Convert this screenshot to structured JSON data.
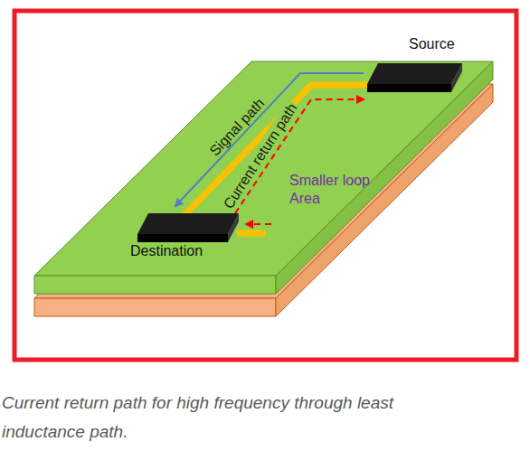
{
  "diagram": {
    "caption": "Current return path for high frequency through least inductance path.",
    "nodes": [
      {
        "text": [
          "Source"
        ]
      },
      {
        "text": [
          "Destination"
        ]
      }
    ],
    "edges": [
      {
        "from": 0,
        "to": 1,
        "arrow": "none"
      },
      {
        "from": 0,
        "to": 1,
        "arrow": "to",
        "label": "Signal path"
      },
      {
        "from": 1,
        "to": 0,
        "arrow": "to",
        "label": "Current return path"
      }
    ],
    "labels": [
      "Smaller loop Area"
    ]
  }
}
